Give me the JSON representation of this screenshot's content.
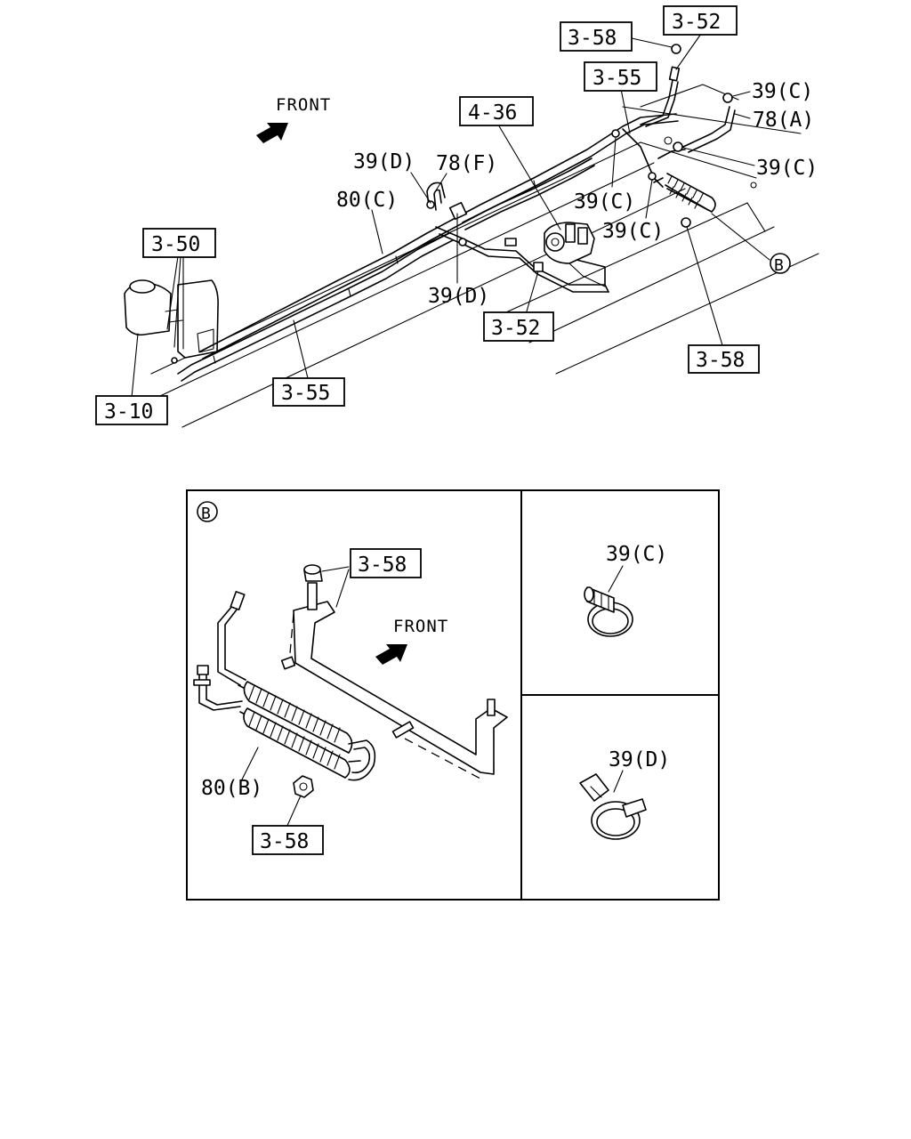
{
  "top_view": {
    "front_label": "FRONT",
    "callouts": {
      "c_3_58_top": "3-58",
      "c_3_52_top": "3-52",
      "c_3_55_top": "3-55",
      "c_39c_a": "39(C)",
      "c_78a": "78(A)",
      "c_39c_b": "39(C)",
      "c_4_36": "4-36",
      "c_39d_top": "39(D)",
      "c_78f": "78(F)",
      "c_80c": "80(C)",
      "c_39c_c": "39(C)",
      "c_39c_d": "39(C)",
      "c_b_marker": "B",
      "c_3_50": "3-50",
      "c_39d_mid": "39(D)",
      "c_3_52_bot": "3-52",
      "c_3_58_right": "3-58",
      "c_3_10": "3-10",
      "c_3_55_bot": "3-55"
    }
  },
  "detail_b": {
    "marker": "B",
    "front_label": "FRONT",
    "c_3_58_upper": "3-58",
    "c_80b": "80(B)",
    "c_3_58_lower": "3-58"
  },
  "detail_39c": {
    "label": "39(C)"
  },
  "detail_39d": {
    "label": "39(D)"
  }
}
